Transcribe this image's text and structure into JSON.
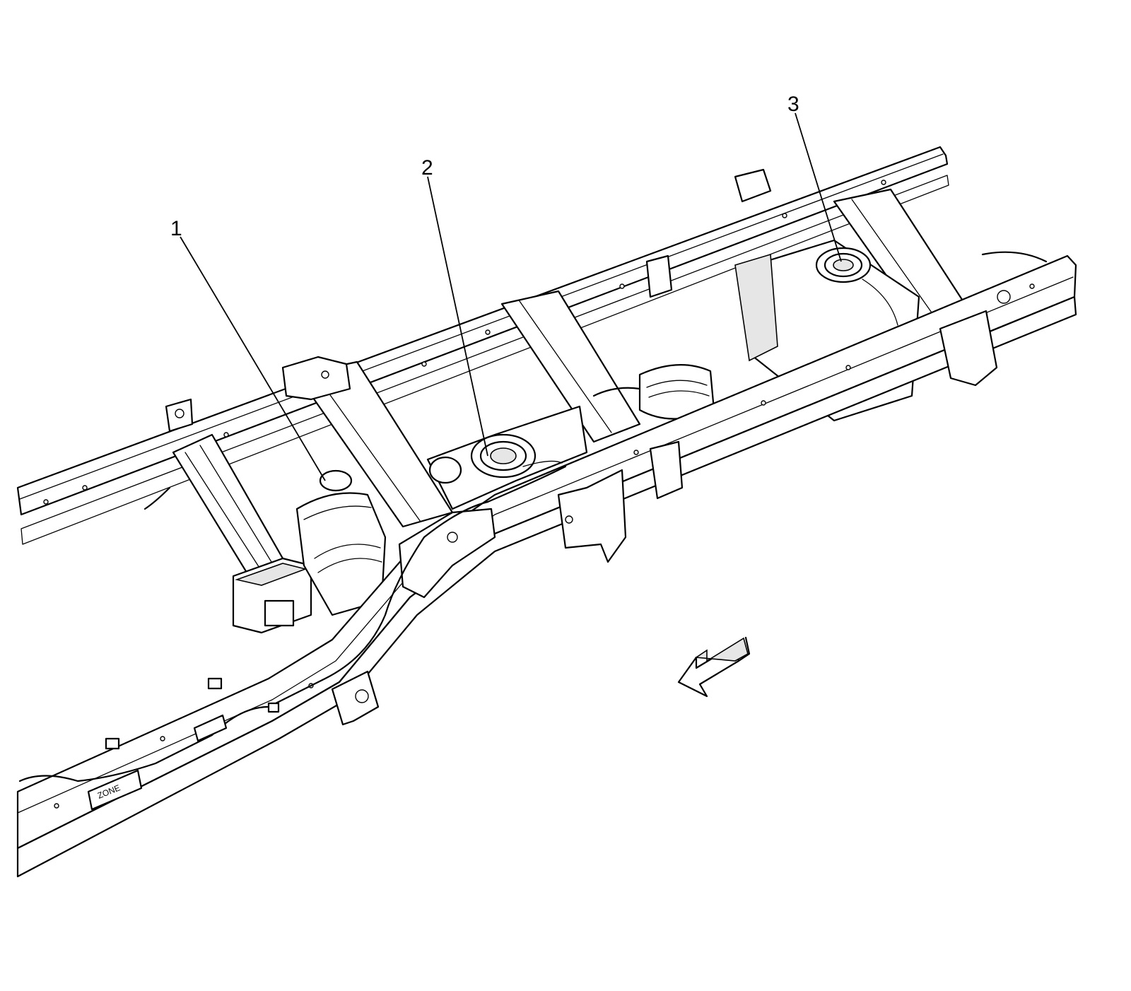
{
  "diagram": {
    "callouts": [
      {
        "id": "1",
        "label": "1"
      },
      {
        "id": "2",
        "label": "2"
      },
      {
        "id": "3",
        "label": "3"
      }
    ],
    "frame_decal_text": "ZONE"
  }
}
